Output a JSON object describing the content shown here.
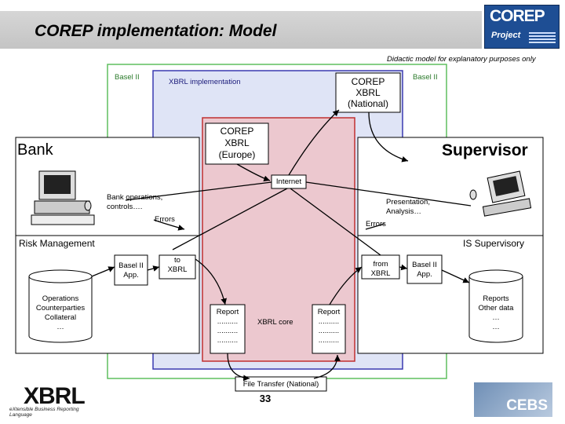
{
  "header": {
    "title": "COREP implementation: Model",
    "logo_line1": "COREP",
    "logo_line2": "Project",
    "caption": "Didactic model for explanatory purposes only"
  },
  "labels": {
    "basel_left": "Basel II",
    "basel_right": "Basel II",
    "xbrl_impl": "XBRL implementation",
    "corep_nat_1": "COREP",
    "corep_nat_2": "XBRL",
    "corep_nat_3": "(National)",
    "corep_eu_1": "COREP",
    "corep_eu_2": "XBRL",
    "corep_eu_3": "(Europe)",
    "bank": "Bank",
    "supervisor": "Supervisor",
    "internet": "Internet",
    "bank_ops_1": "Bank operations,",
    "bank_ops_2": "controls….",
    "errors_left": "Errors",
    "presentation_1": "Presentation,",
    "presentation_2": "Analysis…",
    "errors_right": "Errors",
    "risk_mgmt": "Risk Management",
    "is_supervisory": "IS Supervisory",
    "basel_app_left_1": "Basel II",
    "basel_app_left_2": "App.",
    "to_xbrl_1": "to",
    "to_xbrl_2": "XBRL",
    "from_xbrl_1": "from",
    "from_xbrl_2": "XBRL",
    "basel_app_right_1": "Basel II",
    "basel_app_right_2": "App.",
    "ops_1": "Operations",
    "ops_2": "Counterparties",
    "ops_3": "Collateral",
    "ops_4": "…",
    "reports_1": "Reports",
    "reports_2": "Other data",
    "reports_3": "…",
    "reports_4": "…",
    "report_left": "Report",
    "report_right": "Report",
    "dots": "..........",
    "xbrl_core": "XBRL core",
    "file_transfer": "File Transfer (National)",
    "page_number": "33",
    "xbrl_logo": "XBRL",
    "xbrl_logo_sub": "eXtensible Business Reporting Language",
    "cebs": "CEBS"
  },
  "colors": {
    "green_border": "#5fbf5f",
    "blue_border": "#3a3ab0",
    "blue_fill": "#dfe4f6",
    "red_border": "#c03030",
    "red_fill": "#ecc8cf"
  }
}
